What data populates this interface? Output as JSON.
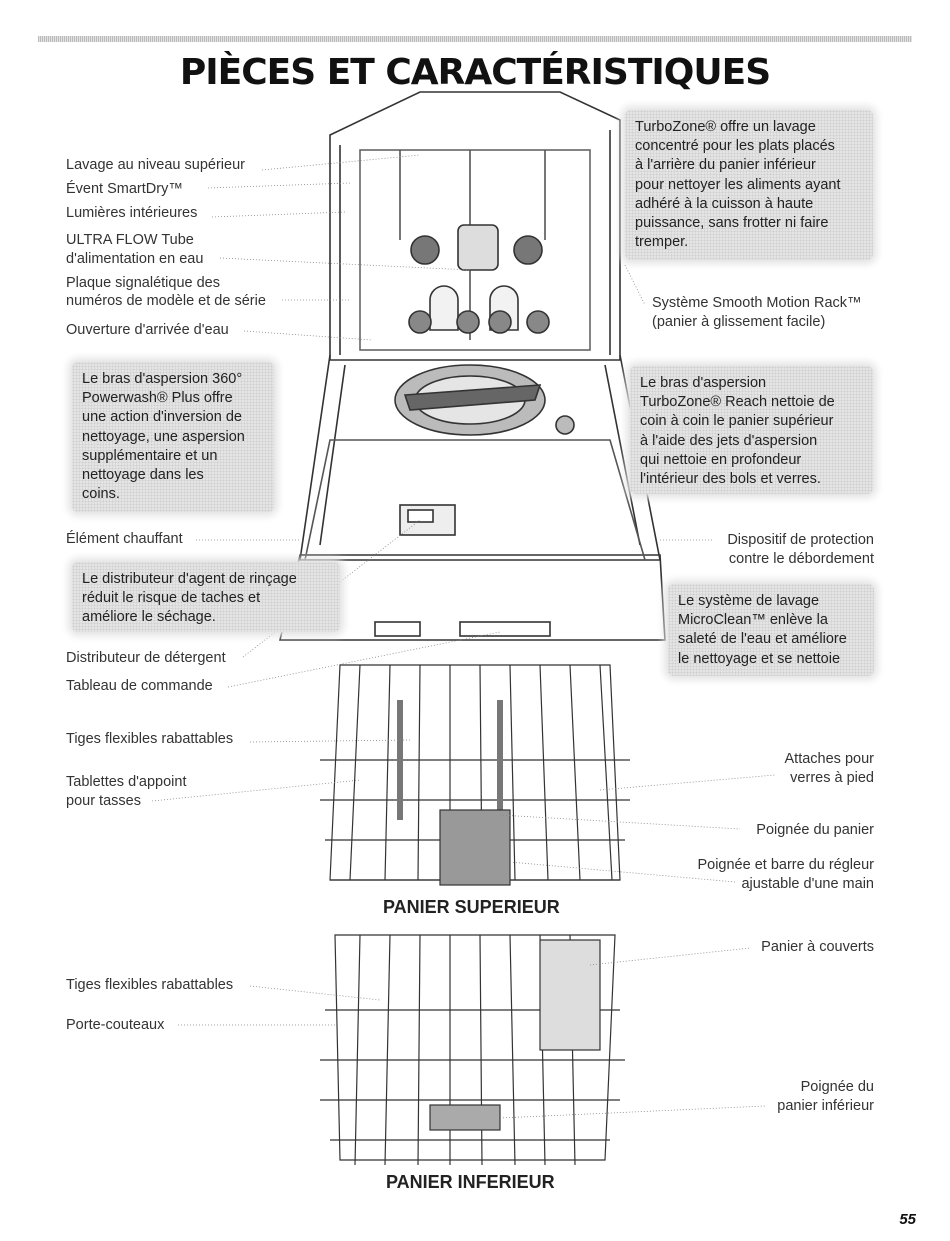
{
  "page": {
    "title": "PIÈCES ET CARACTÉRISTIQUES",
    "number": "55"
  },
  "labels": {
    "lavage_niveau": "Lavage au niveau supérieur",
    "event": "Évent SmartDry™",
    "lumieres": "Lumières intérieures",
    "ultra1": "ULTRA FLOW Tube",
    "ultra2": "d'alimentation en eau",
    "plaque1": "Plaque signalétique des",
    "plaque2": "numéros de modèle et de série",
    "ouverture": "Ouverture d'arrivée d'eau",
    "smooth1": "Système Smooth Motion Rack™",
    "smooth2": "(panier à glissement facile)",
    "element": "Élément chauffant",
    "dispositif1": "Dispositif de protection",
    "dispositif2": "contre le débordement",
    "detergent": "Distributeur de détergent",
    "tableau": "Tableau de commande",
    "tiges1": "Tiges flexibles rabattables",
    "tablettes1": "Tablettes d'appoint",
    "tablettes2": "pour tasses",
    "attaches1": "Attaches pour",
    "attaches2": "verres à pied",
    "poignee_panier": "Poignée du panier",
    "poignee_barre1": "Poignée et barre du régleur",
    "poignee_barre2": "ajustable d'une main",
    "panier_couverts": "Panier à couverts",
    "tiges2": "Tiges flexibles rabattables",
    "porte_couteaux": "Porte-couteaux",
    "poignee_inf1": "Poignée du",
    "poignee_inf2": "panier inférieur"
  },
  "callouts": {
    "turbozone": [
      "TurboZone® offre un lavage",
      "concentré pour les plats placés",
      "à l'arrière du panier inférieur",
      "pour nettoyer les aliments ayant",
      "adhéré à la cuisson à haute",
      "puissance, sans frotter ni faire",
      "tremper."
    ],
    "bras360": [
      "Le bras d'aspersion 360°",
      "Powerwash® Plus offre",
      "une action d'inversion de",
      "nettoyage, une aspersion",
      "supplémentaire et un",
      "nettoyage dans les",
      "coins."
    ],
    "reach": [
      "Le bras d'aspersion",
      "TurboZone® Reach nettoie de",
      "coin à coin le panier supérieur",
      "à l'aide des jets d'aspersion",
      "qui nettoie en profondeur",
      "l'intérieur des bols et verres."
    ],
    "rincage": [
      "Le distributeur d'agent de rinçage",
      "réduit le risque de taches et",
      "améliore le séchage."
    ],
    "microclean": [
      "Le système de lavage",
      "MicroClean™ enlève la",
      "saleté de l'eau et améliore",
      "le nettoyage et se nettoie"
    ]
  },
  "headings": {
    "upper": "PANIER SUPERIEUR",
    "lower": "PANIER INFERIEUR"
  }
}
